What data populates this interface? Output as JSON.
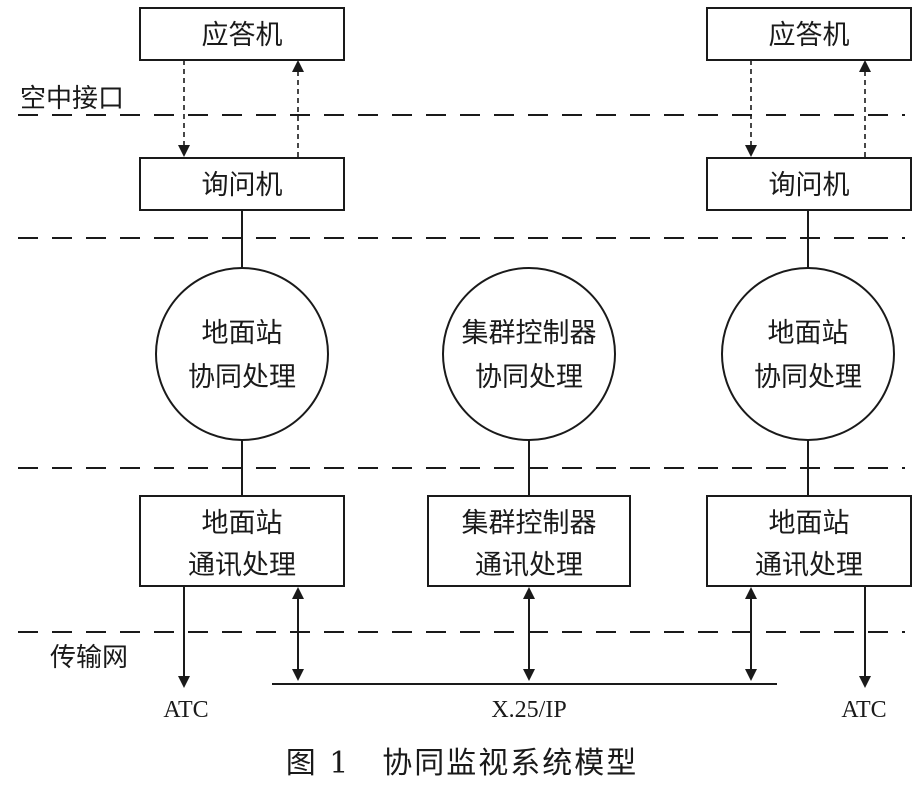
{
  "zones": {
    "air_interface": "空中接口",
    "transport_network": "传输网"
  },
  "left": {
    "transponder": "应答机",
    "interrogator": "询问机",
    "coop": [
      "地面站",
      "协同处理"
    ],
    "comm": [
      "地面站",
      "通讯处理"
    ],
    "output": "ATC"
  },
  "center": {
    "coop": [
      "集群控制器",
      "协同处理"
    ],
    "comm": [
      "集群控制器",
      "通讯处理"
    ]
  },
  "right": {
    "transponder": "应答机",
    "interrogator": "询问机",
    "coop": [
      "地面站",
      "协同处理"
    ],
    "comm": [
      "地面站",
      "通讯处理"
    ],
    "output": "ATC"
  },
  "bus": {
    "label": "X.25/IP"
  },
  "caption": "图 1　协同监视系统模型"
}
